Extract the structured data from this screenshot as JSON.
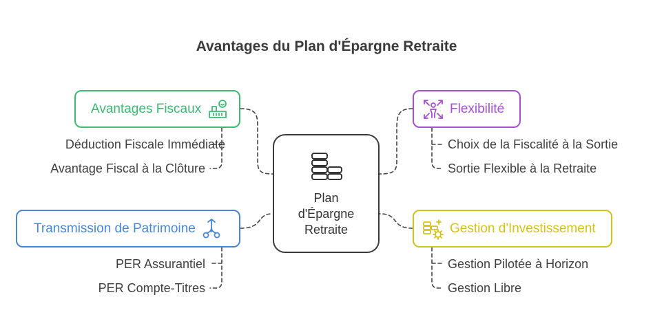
{
  "title": "Avantages du Plan d'Épargne Retraite",
  "center": {
    "label": "Plan\nd'Épargne\nRetraite",
    "icon": "coins-stack-icon"
  },
  "branches": {
    "fiscaux": {
      "label": "Avantages Fiscaux",
      "color": "#3dba72",
      "icon": "tax-benefit-icon",
      "items": [
        "Déduction Fiscale Immédiate",
        "Avantage Fiscal à la Clôture"
      ]
    },
    "flexibilite": {
      "label": "Flexibilité",
      "color": "#a64fd4",
      "icon": "flexibility-arrows-icon",
      "items": [
        "Choix de la Fiscalité à la Sortie",
        "Sortie Flexible à la Retraite"
      ]
    },
    "transmission": {
      "label": "Transmission de Patrimoine",
      "color": "#4a86d0",
      "icon": "inheritance-split-icon",
      "items": [
        "PER Assurantiel",
        "PER Compte-Titres"
      ]
    },
    "gestion": {
      "label": "Gestion d'Investissement",
      "color": "#d4c21c",
      "icon": "investment-gear-icon",
      "items": [
        "Gestion Pilotée à Horizon",
        "Gestion Libre"
      ]
    }
  }
}
